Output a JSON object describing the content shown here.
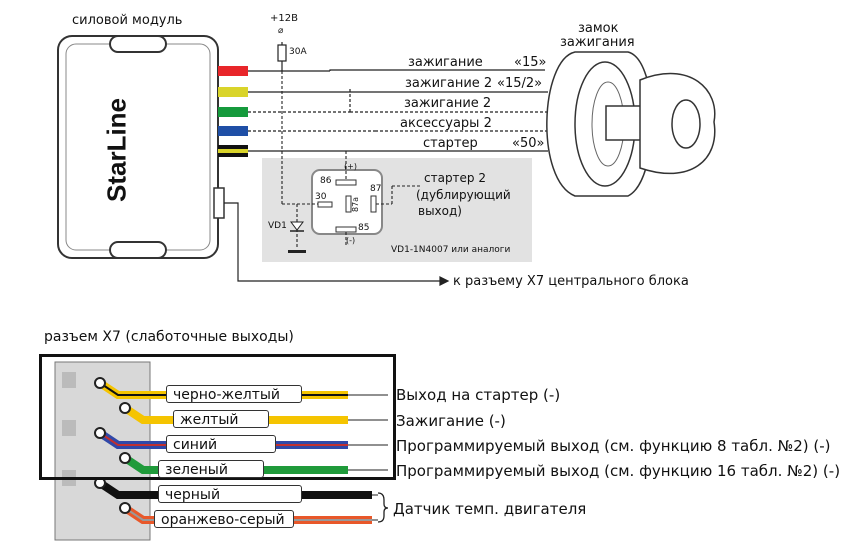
{
  "module": {
    "title": "силовой модуль",
    "brand": "StarLine"
  },
  "power": {
    "voltage": "+12В",
    "fuse": "30А"
  },
  "lock": {
    "title_line1": "замок",
    "title_line2": "зажигания"
  },
  "wires": [
    {
      "label": "зажигание",
      "code": "«15»"
    },
    {
      "label": "зажигание 2",
      "code": "«15/2»"
    },
    {
      "label": "зажигание 2",
      "code": ""
    },
    {
      "label": "аксессуары 2",
      "code": ""
    },
    {
      "label": "стартер",
      "code": "«50»"
    }
  ],
  "relay": {
    "pin86": "86",
    "pin30": "30",
    "pin87a": "87a",
    "pin87": "87",
    "pin85": "85",
    "plus": "(+)",
    "minus": "(-)",
    "diode": "VD1",
    "diode_note": "VD1-1N4007 или аналоги",
    "out_line1": "стартер 2",
    "out_line2": "(дублирующий",
    "out_line3": "выход)"
  },
  "x7_pointer": "к разъему X7 центрального блока",
  "x7": {
    "title": "разъем X7 (слаботочные выходы)",
    "rows": [
      {
        "wire": "черно-желтый",
        "function": "Выход на стартер (-)",
        "color": "#f5c400",
        "stripe": "#111"
      },
      {
        "wire": "желтый",
        "function": "Зажигание (-)",
        "color": "#f5c400",
        "stripe": ""
      },
      {
        "wire": "синий",
        "function": "Программируемый выход (см. функцию 8 табл. №2) (-)",
        "color": "#3048a8",
        "stripe": "#c03030"
      },
      {
        "wire": "зеленый",
        "function": "Программируемый выход (см. функцию 16 табл. №2) (-)",
        "color": "#1f9a3a",
        "stripe": ""
      },
      {
        "wire": "черный",
        "function": "Датчик темп. двигателя",
        "color": "#111",
        "stripe": ""
      },
      {
        "wire": "оранжево-серый",
        "function": "",
        "color": "#e8582a",
        "stripe": "#999"
      }
    ]
  },
  "colors": {
    "red": "#e8262a",
    "yellow": "#d9d42a",
    "green": "#159a3c",
    "blue": "#1f4fa6",
    "relay_bg": "#e2e2e2"
  }
}
